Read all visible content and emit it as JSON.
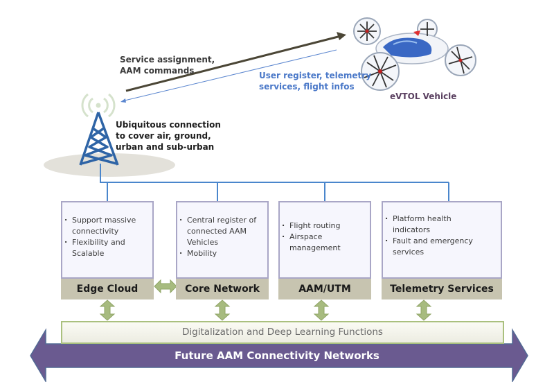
{
  "vehicle": {
    "label": "eVTOL Vehicle"
  },
  "links": {
    "downlink_label": [
      "Service assignment,",
      "AAM commands"
    ],
    "uplink_label": [
      "User register, telemetry",
      "services, flight infos"
    ]
  },
  "tower": {
    "label": [
      "Ubiquitous connection",
      "to cover air, ground,",
      "urban and sub-urban"
    ]
  },
  "modules": [
    {
      "title": "Edge Cloud",
      "bullets": [
        "Support massive connectivity",
        "Flexibility and Scalable"
      ]
    },
    {
      "title": "Core Network",
      "bullets": [
        "Central register of connected AAM Vehicles",
        "Mobility"
      ]
    },
    {
      "title": "AAM/UTM",
      "bullets": [
        "Flight routing",
        "Airspace management"
      ]
    },
    {
      "title": "Telemetry Services",
      "bullets": [
        "Platform health indicators",
        "Fault and emergency services"
      ]
    }
  ],
  "digital_layer": {
    "label": "Digitalization and Deep Learning Functions"
  },
  "network_bar": {
    "label": "Future AAM Connectivity Networks"
  },
  "colors": {
    "tower_blue": "#2e64a6",
    "link_blue": "#4a78c8",
    "downlink_brown": "#4b4636",
    "bar_purple": "#6a5a90",
    "arrow_green": "#9bb06a",
    "title_bg": "#c7c4b0"
  }
}
